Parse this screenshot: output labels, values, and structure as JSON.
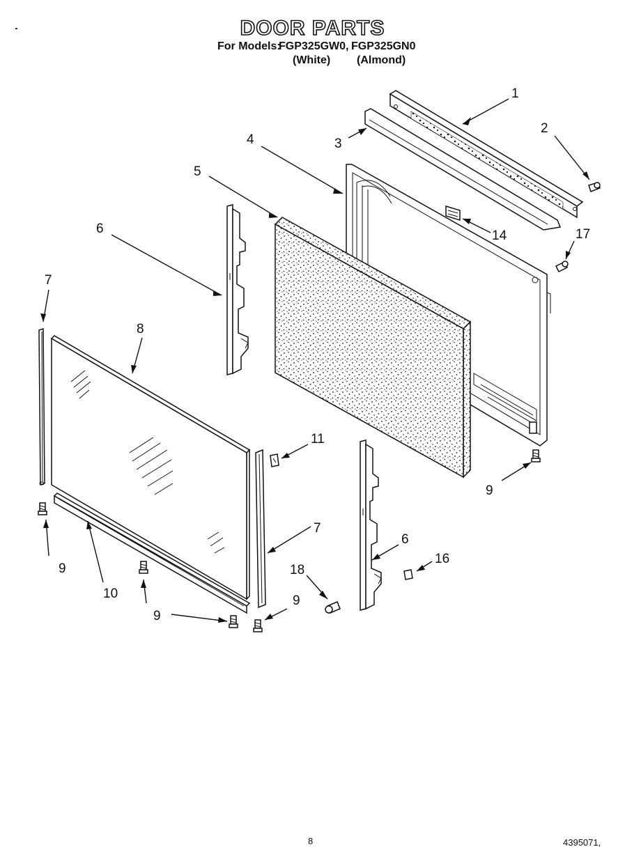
{
  "title": "DOOR PARTS",
  "models": {
    "prefix": "For Models:",
    "model_1": "FGP325GW0,",
    "model_2": "FGP325GN0",
    "color_1": "(White)",
    "color_2": "(Almond)"
  },
  "callouts": [
    "1",
    "2",
    "3",
    "4",
    "5",
    "6",
    "7",
    "8",
    "9",
    "10",
    "11",
    "14",
    "16",
    "17",
    "18"
  ],
  "labels": {
    "c1": "1",
    "c2": "2",
    "c3": "3",
    "c4": "4",
    "c5": "5",
    "c6a": "6",
    "c6b": "6",
    "c7a": "7",
    "c7b": "7",
    "c8": "8",
    "c9a": "9",
    "c9b": "9",
    "c9c": "9",
    "c9d": "9",
    "c10": "10",
    "c11": "11",
    "c14": "14",
    "c16": "16",
    "c17": "17",
    "c18": "18"
  },
  "footer": {
    "page_number": "8",
    "doc_number": "4395071,"
  },
  "colors": {
    "ink": "#111111",
    "paper": "#ffffff"
  }
}
